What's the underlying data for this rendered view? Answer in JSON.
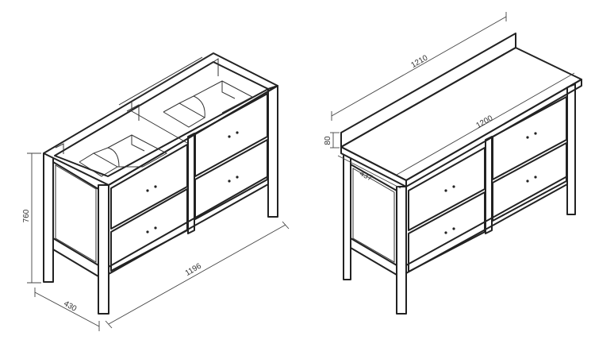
{
  "left_view": {
    "dim_height": "760",
    "dim_depth": "430",
    "dim_width": "1196"
  },
  "right_view": {
    "dim_total_width": "1210",
    "dim_top_width": "1200",
    "dim_backsplash": "80",
    "dim_top_depth": "437"
  }
}
